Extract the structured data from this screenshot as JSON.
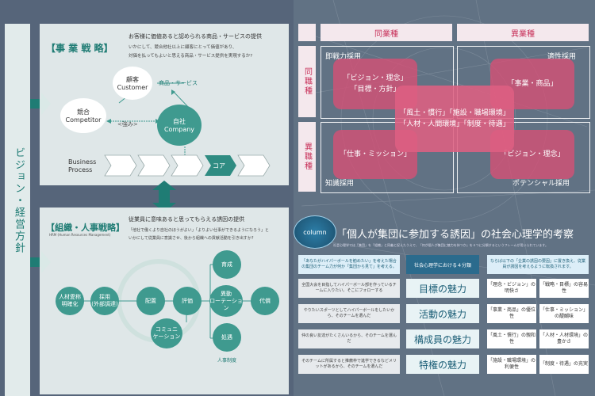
{
  "left": {
    "vertical_title": "ビジョン・経営方針",
    "business_strategy": {
      "title": "【事 業 戦 略】",
      "line1": "お客様に価値あると認められる商品・サービスの提供",
      "line2": "いかにして、競合他社以上に顧客にとって価値があり、",
      "line3": "対価を払ってもよいと思える商品・サービス提供を実現するか?",
      "customer_jp": "顧客",
      "customer_en": "Customer",
      "products": "商品・サービス",
      "competitor_jp": "競合",
      "competitor_en": "Competitor",
      "company_jp": "自社",
      "company_en": "Company",
      "strength": "<強み>",
      "process_label_1": "Business",
      "process_label_2": "Process",
      "core": "コア"
    },
    "hr_strategy": {
      "title": "【組織・人事戦略】",
      "subtitle": "HRM (Human Resources Management)",
      "line1": "従業員に意味あると思ってもらえる誘因の提供",
      "line2": "「他社で働くより自社のほうがよい」「よりよい仕事ができるようになろう」と",
      "line3": "いかにして従業員に意識させ、後から組織への貢献活動を引き出すか?",
      "nodes": {
        "branding": "人材愛称\n明確化",
        "recruit": "採用\n(外部調達)",
        "placement": "配置",
        "evaluation": "評価",
        "development": "育成",
        "rotation": "異動\nローテーション",
        "compensation": "代償",
        "communication": "コミュニ\nケーション",
        "treatment": "処遇"
      },
      "hr_system": "人事制度"
    }
  },
  "right": {
    "col_headers": [
      "同業種",
      "異業種"
    ],
    "row_headers": [
      "同職種",
      "異職種"
    ],
    "corner_labels": {
      "top_left": "即戦力採用",
      "top_right": "適性採用",
      "bottom_left": "知識採用",
      "bottom_right": "ポテンシャル採用"
    },
    "boxes": {
      "top_left": "「ビジョン・理念」\n「目標・方針」",
      "top_right": "「事業・商品」",
      "center": "「風土・慣行」「施設・職場環境」\n「人材・人間環境」「制度・待遇」",
      "bottom_left": "「仕事・ミッション」",
      "bottom_right": "「ビジョン・理念」"
    },
    "column": {
      "badge": "column",
      "title": "「個人が集団に参加する誘因」の社会心理学的考察",
      "subtitle": "社会心理学では「集団」を「組織」と同義と捉えたうえで、「何が個人が集団に魅力を持つか」を４つに分類するというフレームが用いられています。",
      "left_header": "「あなたがハイパーボールを勧めたい」を考えた場合の集団のチーム力が何か「集団から見て」を考える。",
      "mid_header": "社会心理学における４分類",
      "right_header": "ならば以下の「企業の誘因の要因」に置き換え、従業員が誘因を考えるように転換されます。",
      "rows": [
        {
          "left": "全国大会を目指してハイパーボール部を作っているチームに入りたい。そこにフォローする",
          "mid": "目標の魅力",
          "c1": "「理念・ビジョン」の明快さ",
          "c2": "「戦略・目標」の容易性"
        },
        {
          "left": "やりたいスポーツとしてハイパーボールをしたいから、そのチームを選んだ",
          "mid": "活動の魅力",
          "c1": "「事業・商品」の優位性",
          "c2": "「仕事・ミッション」の醍醐味"
        },
        {
          "left": "仲の良い友達がたくさんいるから、そのチームを選んだ",
          "mid": "構成員の魅力",
          "c1": "「風土・慣行」の親和性",
          "c2": "「人材・人材環境」の豊かさ"
        },
        {
          "left": "そのチームに所属すると推薦枠で進学できるなどメリットがあるから、そのチームを選んだ",
          "mid": "特権の魅力",
          "c1": "「施設・職場環境」の利便性",
          "c2": "「制度・待遇」の充実"
        }
      ]
    }
  },
  "colors": {
    "teal": "#1f7c74",
    "node": "#3f9a8f",
    "pink": "#d65076",
    "header_pink": "#c8325b"
  }
}
